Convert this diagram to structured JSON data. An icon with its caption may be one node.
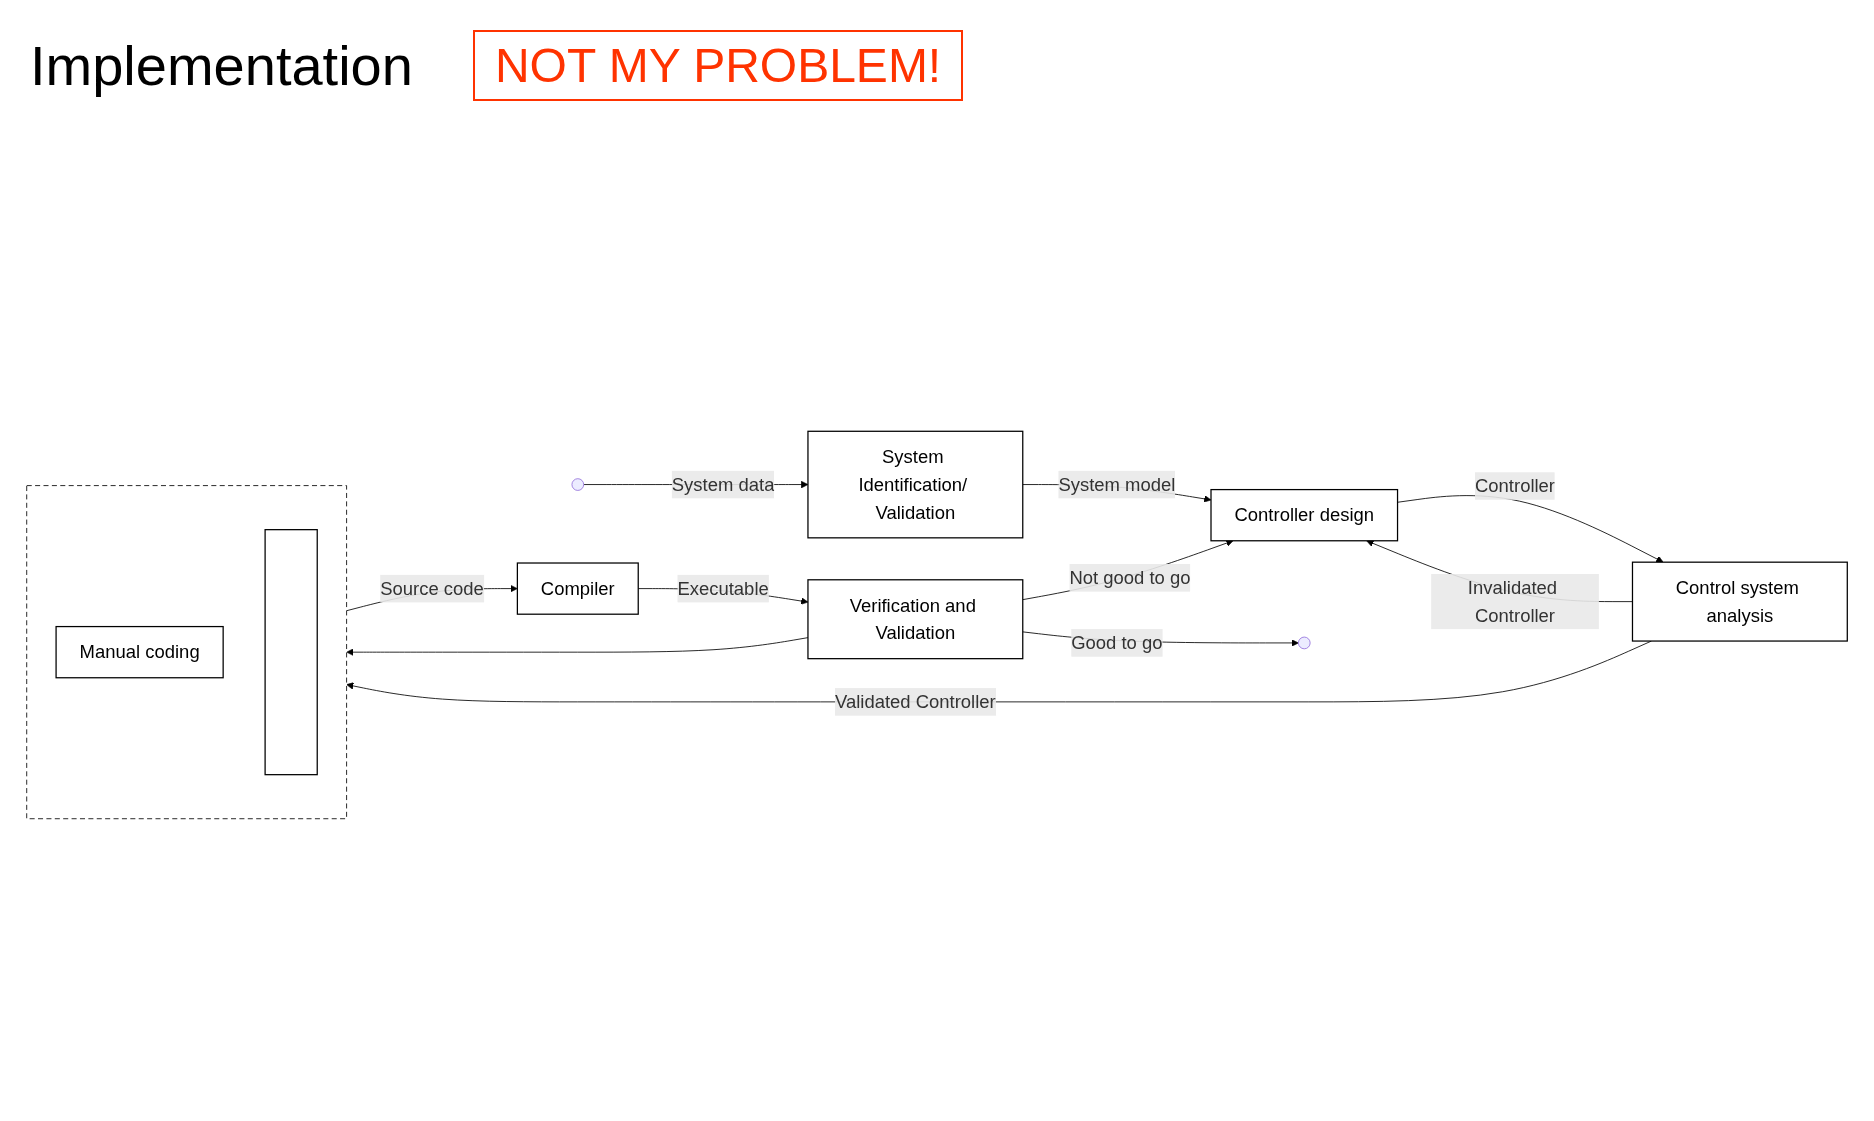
{
  "diagram": {
    "nodes": [
      {
        "text": [
          "System Identification/ Validation"
        ]
      },
      {
        "text": [
          "Controller design"
        ]
      },
      {
        "text": [
          "Control system analysis"
        ]
      },
      {
        "text": [
          "Verification and Validation"
        ]
      },
      {
        "text": [
          "Compiler"
        ]
      },
      {
        "text": [],
        "shape": "box"
      },
      {
        "text": [
          "Manual coding"
        ],
        "in": 5
      },
      {
        "text": [],
        "shape": "box",
        "in": 5
      }
    ],
    "edges": [
      {
        "from": null,
        "to": 0,
        "arrow": "to",
        "label": "System data"
      },
      {
        "from": 0,
        "to": 1,
        "arrow": "to",
        "label": "System model"
      },
      {
        "from": 1,
        "to": 2,
        "arrow": "to",
        "label": "Controller"
      },
      {
        "from": 2,
        "to": 1,
        "arrow": "to",
        "label": "Invalidated Controller"
      },
      {
        "from": 2,
        "to": 5,
        "arrow": "to",
        "label": "Validated Controller"
      },
      {
        "from": 3,
        "to": 1,
        "arrow": "to",
        "label": "Not good to go"
      },
      {
        "from": 3,
        "to": 5,
        "arrow": "to"
      },
      {
        "from": 3,
        "to": null,
        "arrow": "to",
        "label": "Good to go"
      },
      {
        "from": 5,
        "to": 4,
        "arrow": "to",
        "label": "Source code"
      },
      {
        "from": 4,
        "to": 3,
        "arrow": "to",
        "label": "Executable"
      }
    ],
    "labels": [
      "Implementation",
      "NOT MY PROBLEM!"
    ]
  }
}
